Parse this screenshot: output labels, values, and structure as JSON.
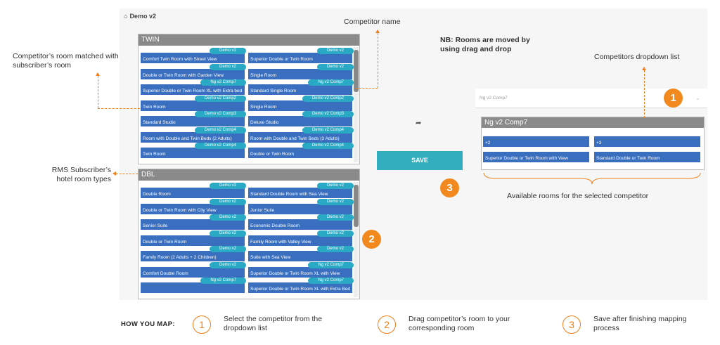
{
  "breadcrumb": "Demo v2",
  "twin_panel": {
    "title": "TWIN",
    "rooms": [
      {
        "label": "Comfort Twin Room with Street View",
        "tag": "Demo v2"
      },
      {
        "label": "Superior Double or Twin Room",
        "tag": "Demo v2"
      },
      {
        "label": "Double or Twin Room with Garden View",
        "tag": "Demo v2"
      },
      {
        "label": "Single Room",
        "tag": "Demo v2"
      },
      {
        "label": "Superior Double or Twin Room XL with Extra bed",
        "tag": "Ng v2 Comp7"
      },
      {
        "label": "Standard Single Room",
        "tag": "Ng v2 Comp7"
      },
      {
        "label": "Twin Room",
        "tag": "Demo v2 Comp2"
      },
      {
        "label": "Single Room",
        "tag": "Demo v2 Comp2"
      },
      {
        "label": "Standard Studio",
        "tag": "Demo v2 Comp3"
      },
      {
        "label": "Deluxe Studio",
        "tag": "Demo v2 Comp3"
      },
      {
        "label": "Room with Double and Twin Beds (2 Adults)",
        "tag": "Demo v2 Comp4"
      },
      {
        "label": "Room with Double and Twin Beds (3 Adults)",
        "tag": "Demo v2 Comp4"
      },
      {
        "label": "Twin Room",
        "tag": "Demo v2 Comp4"
      },
      {
        "label": "Double or Twin Room",
        "tag": "Demo v2 Comp4"
      }
    ]
  },
  "dbl_panel": {
    "title": "DBL",
    "rooms": [
      {
        "label": "Double Room",
        "tag": "Demo v2"
      },
      {
        "label": "Standard Double Room with Sea View",
        "tag": "Demo v2"
      },
      {
        "label": "Double or Twin Room with City View",
        "tag": "Demo v2"
      },
      {
        "label": "Junior Suite",
        "tag": "Demo v2"
      },
      {
        "label": "Senior Suite",
        "tag": "Demo v2"
      },
      {
        "label": "Economic Double Room",
        "tag": "Demo v2"
      },
      {
        "label": "Double or Twin Room",
        "tag": "Demo v2"
      },
      {
        "label": "Family Room with Valley View",
        "tag": "Demo v2"
      },
      {
        "label": "Family Room (2 Adults + 2 Children)",
        "tag": "Demo v2"
      },
      {
        "label": "Suite with Sea View",
        "tag": "Demo v2"
      },
      {
        "label": "Comfort Double Room",
        "tag": "Demo v2"
      },
      {
        "label": "Superior Double or Twin Room XL with View",
        "tag": "Ng v2 Comp7"
      },
      {
        "label": "",
        "tag": "Ng v2 Comp7"
      },
      {
        "label": "Superior Double or Twin Room XL with Extra Bed",
        "tag": "Ng v2 Comp7"
      }
    ]
  },
  "save_label": "SAVE",
  "undo_icon": "redo-arrow-icon",
  "competitor_select": {
    "value": "Ng v2 Comp7"
  },
  "competitor_panel": {
    "title": "Ng v2 Comp7",
    "rooms": [
      "+2",
      "+3",
      "Superior Double or Twin Room with View",
      "Standard Double or Twin Room"
    ]
  },
  "annotations": {
    "competitor_name": "Competitor name",
    "nb": "NB: Rooms are moved by using drag and drop",
    "dropdown_list": "Competitors dropdown list",
    "room_matched": "Competitor’s room matched with subscriber’s room",
    "rms_types": "RMS Subscriber’s hotel room types",
    "available_rooms": "Available rooms for the selected competitor"
  },
  "badges": {
    "b1": "1",
    "b2": "2",
    "b3": "3"
  },
  "how_to": {
    "title": "HOW YOU MAP:",
    "steps": [
      {
        "num": "1",
        "text": "Select the competitor from the dropdown list"
      },
      {
        "num": "2",
        "text": "Drag competitor’s room to your corresponding room"
      },
      {
        "num": "3",
        "text": "Save after finishing mapping process"
      }
    ]
  },
  "colors": {
    "accent": "#f07f1a",
    "room": "#3a6fc0",
    "tag": "#29a9c4",
    "save": "#32aebf",
    "header": "#8a8a8a"
  }
}
